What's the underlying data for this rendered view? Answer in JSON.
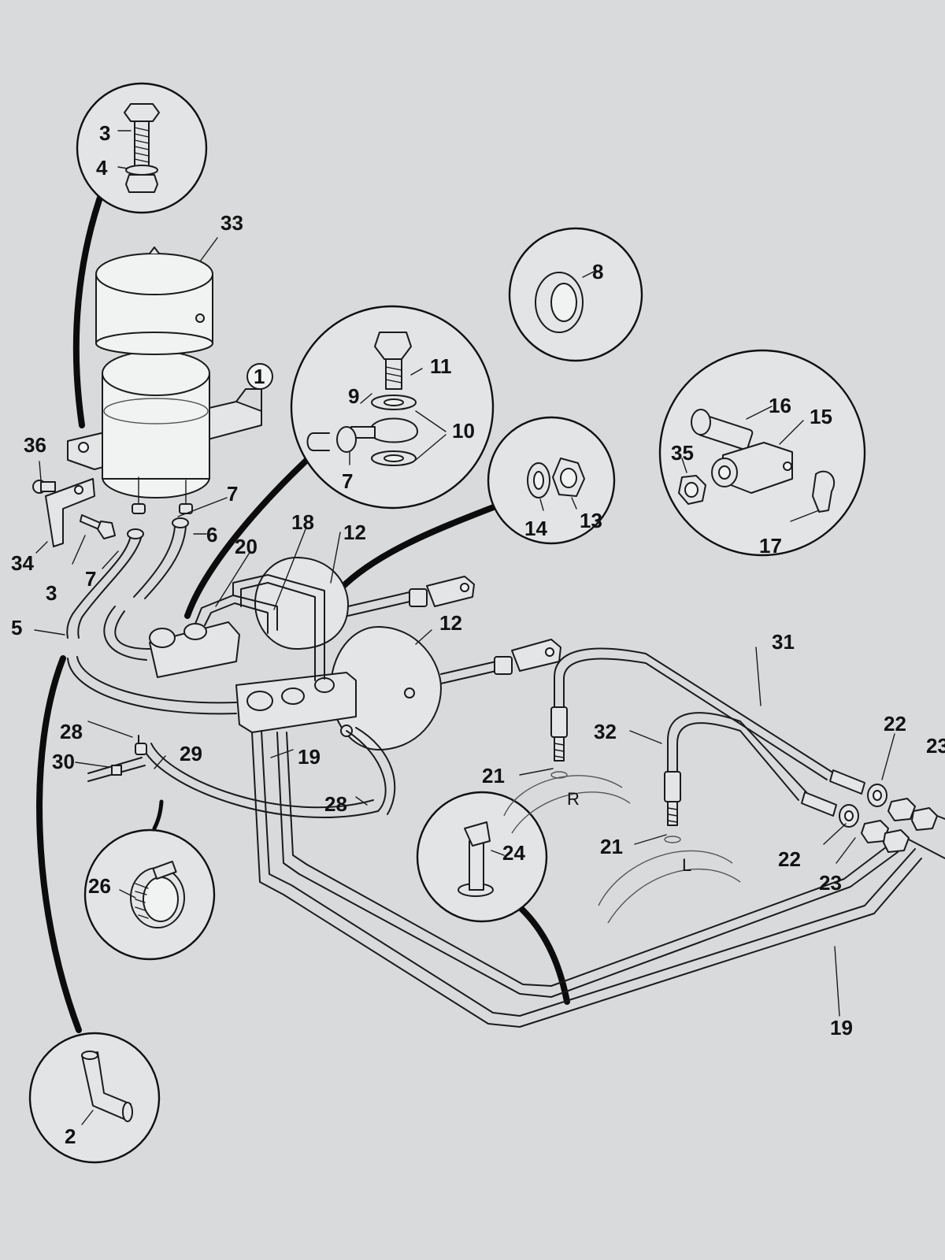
{
  "callouts": [
    "1",
    "2",
    "3",
    "3",
    "3",
    "4",
    "5",
    "6",
    "7",
    "7",
    "7",
    "8",
    "9",
    "10",
    "11",
    "12",
    "12",
    "13",
    "14",
    "15",
    "16",
    "17",
    "18",
    "19",
    "19",
    "20",
    "21",
    "21",
    "22",
    "22",
    "23",
    "23",
    "24",
    "26",
    "28",
    "28",
    "29",
    "30",
    "31",
    "32",
    "33",
    "34",
    "35",
    "36"
  ],
  "wheel_marks": {
    "right": "R",
    "left": "L"
  }
}
